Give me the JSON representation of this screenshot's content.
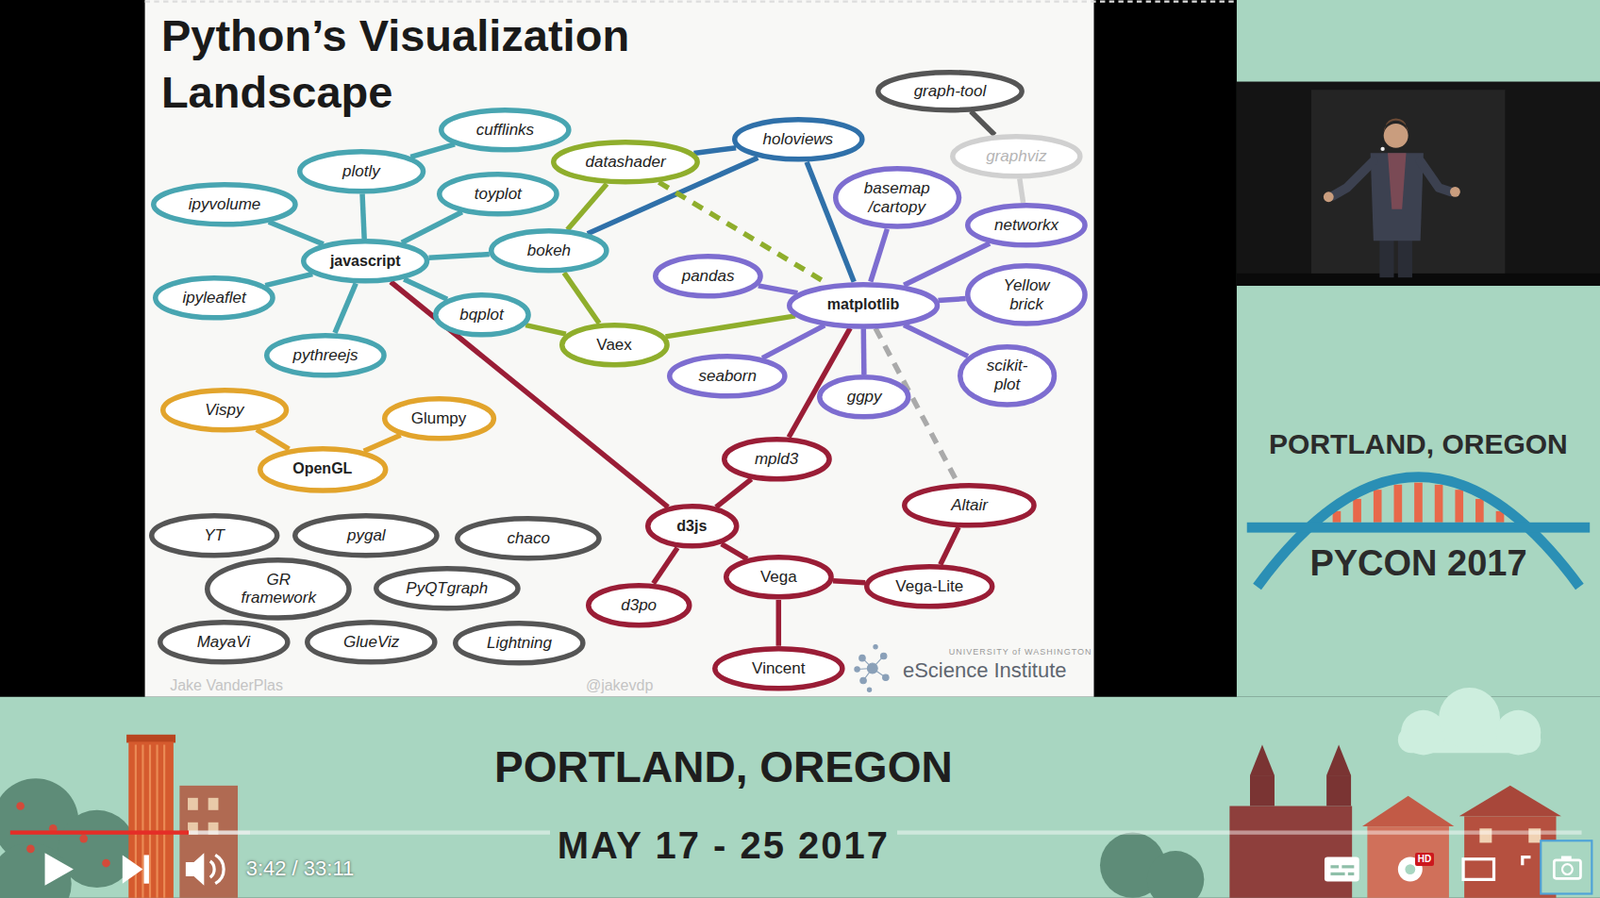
{
  "diagram": {
    "title": "Python’s Visualization Landscape",
    "nodes": [
      {
        "text": [
          "cufflinks"
        ]
      },
      {
        "text": [
          "plotly"
        ]
      },
      {
        "text": [
          "toyplot"
        ]
      },
      {
        "text": [
          "ipyvolume"
        ]
      },
      {
        "text": [
          "datashader"
        ]
      },
      {
        "text": [
          "holoviews"
        ]
      },
      {
        "text": [
          "graph-tool"
        ]
      },
      {
        "text": [
          "graphviz"
        ]
      },
      {
        "text": [
          "basemap /cartopy"
        ]
      },
      {
        "text": [
          "networkx"
        ]
      },
      {
        "text": [
          "javascript"
        ]
      },
      {
        "text": [
          "bokeh"
        ]
      },
      {
        "text": [
          "pandas"
        ]
      },
      {
        "text": [
          "ipyleaflet"
        ]
      },
      {
        "text": [
          "matplotlib"
        ]
      },
      {
        "text": [
          "Yellow brick"
        ]
      },
      {
        "text": [
          "bqplot"
        ]
      },
      {
        "text": [
          "Vaex"
        ]
      },
      {
        "text": [
          "pythreejs"
        ]
      },
      {
        "text": [
          "seaborn"
        ]
      },
      {
        "text": [
          "scikit-plot"
        ]
      },
      {
        "text": [
          "ggpy"
        ]
      },
      {
        "text": [
          "Vispy"
        ]
      },
      {
        "text": [
          "Glumpy"
        ]
      },
      {
        "text": [
          "OpenGL"
        ]
      },
      {
        "text": [
          "mpld3"
        ]
      },
      {
        "text": [
          "Altair"
        ]
      },
      {
        "text": [
          "d3js"
        ]
      },
      {
        "text": [
          "YT"
        ]
      },
      {
        "text": [
          "pygal"
        ]
      },
      {
        "text": [
          "chaco"
        ]
      },
      {
        "text": [
          "Vega"
        ]
      },
      {
        "text": [
          "Vega-Lite"
        ]
      },
      {
        "text": [
          "GR framework"
        ]
      },
      {
        "text": [
          "PyQTgraph"
        ]
      },
      {
        "text": [
          "d3po"
        ]
      },
      {
        "text": [
          "MayaVi"
        ]
      },
      {
        "text": [
          "GlueViz"
        ]
      },
      {
        "text": [
          "Lightning"
        ]
      },
      {
        "text": [
          "Vincent"
        ]
      }
    ],
    "edges": [
      {
        "from": 1,
        "to": 0,
        "arrow": "none"
      },
      {
        "from": 10,
        "to": 1,
        "arrow": "none"
      },
      {
        "from": 10,
        "to": 3,
        "arrow": "none"
      },
      {
        "from": 10,
        "to": 2,
        "arrow": "none"
      },
      {
        "from": 10,
        "to": 11,
        "arrow": "none"
      },
      {
        "from": 10,
        "to": 13,
        "arrow": "none"
      },
      {
        "from": 10,
        "to": 18,
        "arrow": "none"
      },
      {
        "from": 10,
        "to": 16,
        "arrow": "none"
      },
      {
        "from": 4,
        "to": 11,
        "arrow": "none"
      },
      {
        "from": 11,
        "to": 17,
        "arrow": "none"
      },
      {
        "from": 16,
        "to": 17,
        "arrow": "none"
      },
      {
        "from": 17,
        "to": 14,
        "arrow": "none"
      },
      {
        "from": 4,
        "to": 5,
        "arrow": "none"
      },
      {
        "from": 11,
        "to": 5,
        "arrow": "none"
      },
      {
        "from": 5,
        "to": 14,
        "arrow": "none"
      },
      {
        "from": 4,
        "to": 14,
        "arrow": "none"
      },
      {
        "from": 6,
        "to": 7,
        "arrow": "none"
      },
      {
        "from": 7,
        "to": 9,
        "arrow": "none"
      },
      {
        "from": 14,
        "to": 8,
        "arrow": "none"
      },
      {
        "from": 14,
        "to": 9,
        "arrow": "none"
      },
      {
        "from": 14,
        "to": 12,
        "arrow": "none"
      },
      {
        "from": 14,
        "to": 15,
        "arrow": "none"
      },
      {
        "from": 14,
        "to": 19,
        "arrow": "none"
      },
      {
        "from": 14,
        "to": 21,
        "arrow": "none"
      },
      {
        "from": 14,
        "to": 20,
        "arrow": "none"
      },
      {
        "from": 14,
        "to": 26,
        "arrow": "none"
      },
      {
        "from": 14,
        "to": 25,
        "arrow": "none"
      },
      {
        "from": 10,
        "to": 27,
        "arrow": "none"
      },
      {
        "from": 25,
        "to": 27,
        "arrow": "none"
      },
      {
        "from": 27,
        "to": 35,
        "arrow": "none"
      },
      {
        "from": 27,
        "to": 31,
        "arrow": "none"
      },
      {
        "from": 31,
        "to": 39,
        "arrow": "none"
      },
      {
        "from": 31,
        "to": 32,
        "arrow": "none"
      },
      {
        "from": 32,
        "to": 26,
        "arrow": "none"
      },
      {
        "from": 24,
        "to": 22,
        "arrow": "none"
      },
      {
        "from": 24,
        "to": 23,
        "arrow": "none"
      }
    ],
    "labels": [
      "Jake VanderPlas",
      "@jakevdp",
      "UNIVERSITY of WASHINGTON",
      "eScience Institute",
      "PORTLAND, OREGON",
      "PYCON 2017",
      "PORTLAND, OREGON",
      "MAY 17 - 25 2017",
      "3:42 / 33:11",
      "HD"
    ]
  }
}
